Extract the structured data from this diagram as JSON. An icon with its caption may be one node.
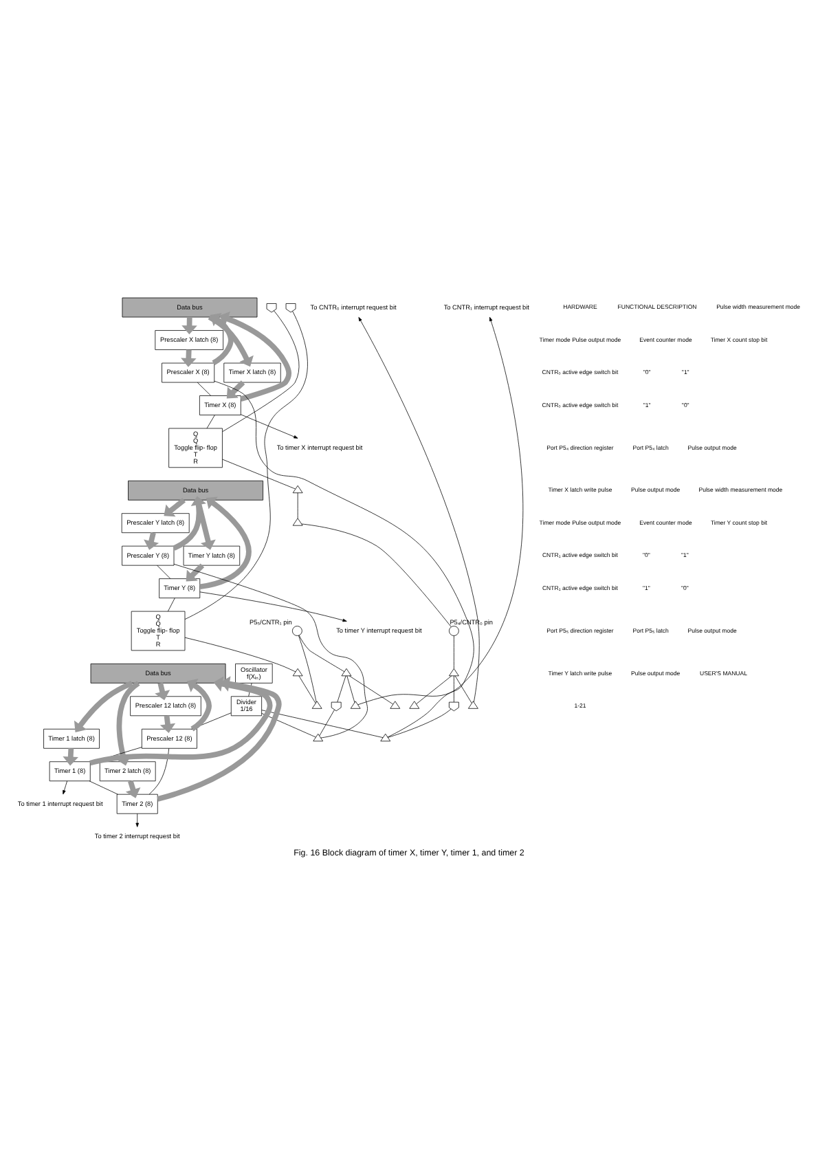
{
  "diagram": {
    "caption": "Fig. 16 Block diagram of timer X, timer Y, timer 1, and timer 2",
    "nodes": [
      {
        "text": [
          "Oscillator",
          "f(Xᵢₙ)"
        ]
      },
      {
        "text": [
          "Divider",
          "1/16"
        ]
      },
      {
        "text": [
          "Data bus"
        ]
      },
      {
        "text": [
          "Prescaler X latch (8)"
        ]
      },
      {
        "text": [
          "Timer X latch (8)"
        ]
      },
      {
        "text": [
          "Prescaler X (8)"
        ]
      },
      {
        "text": [
          "Timer X (8)"
        ]
      },
      {
        "text": [
          "Q",
          "Q̄",
          "Toggle flip- flop",
          "T",
          "R"
        ]
      },
      {
        "text": [],
        "shape": "circle",
        "beside": [
          "P5₄/CNTR₀ pin"
        ]
      },
      {
        "text": [
          "To timer X interrupt request bit"
        ]
      },
      {
        "text": [
          "To CNTR₀ interrupt request bit"
        ]
      },
      {
        "text": [
          "Data bus"
        ]
      },
      {
        "text": [
          "Prescaler Y latch (8)"
        ]
      },
      {
        "text": [
          "Timer Y latch (8)"
        ]
      },
      {
        "text": [
          "Prescaler Y (8)"
        ]
      },
      {
        "text": [
          "Timer Y (8)"
        ]
      },
      {
        "text": [
          "Q",
          "Q̄",
          "Toggle flip- flop",
          "T",
          "R"
        ]
      },
      {
        "text": [],
        "shape": "circle",
        "beside": [
          "P5₅/CNTR₁ pin"
        ]
      },
      {
        "text": [
          "To timer Y interrupt request bit"
        ]
      },
      {
        "text": [
          "To CNTR₁ interrupt request bit"
        ]
      },
      {
        "text": [
          "Data bus"
        ]
      },
      {
        "text": [
          "Prescaler 12 latch (8)"
        ]
      },
      {
        "text": [
          "Timer 1 latch (8)"
        ]
      },
      {
        "text": [
          "Timer 2 latch (8)"
        ]
      },
      {
        "text": [
          "Prescaler 12 (8)"
        ]
      },
      {
        "text": [
          "Timer 1 (8)"
        ]
      },
      {
        "text": [
          "Timer 2 (8)"
        ]
      },
      {
        "text": [
          "To timer 2 interrupt request bit"
        ]
      },
      {
        "text": [
          "To timer 1 interrupt request bit"
        ]
      },
      {
        "text": [],
        "shape": "triangle"
      },
      {
        "text": [],
        "shape": "triangle"
      },
      {
        "text": [],
        "shape": "gate"
      },
      {
        "text": [],
        "shape": "triangle"
      },
      {
        "text": [],
        "shape": "triangle"
      },
      {
        "text": [],
        "shape": "gate"
      },
      {
        "text": [],
        "shape": "triangle"
      },
      {
        "text": [],
        "shape": "triangle"
      },
      {
        "text": [],
        "shape": "triangle"
      },
      {
        "text": [],
        "shape": "triangle"
      },
      {
        "text": [],
        "shape": "gate"
      },
      {
        "text": [],
        "shape": "triangle"
      },
      {
        "text": [],
        "shape": "triangle"
      },
      {
        "text": [],
        "shape": "gate"
      },
      {
        "text": [],
        "shape": "triangle"
      },
      {
        "text": [],
        "shape": "triangle"
      }
    ],
    "edges": [
      {
        "from": 0,
        "to": 1,
        "arrow": "none",
        "color": "#000000"
      },
      {
        "from": 2,
        "to": 3,
        "arrow": "to",
        "style": "thick",
        "color": "#999999"
      },
      {
        "from": 3,
        "to": 5,
        "arrow": "to",
        "style": "thick",
        "color": "#999999"
      },
      {
        "from": 5,
        "to": 2,
        "arrow": "to",
        "style": "thick",
        "color": "#999999"
      },
      {
        "from": 2,
        "to": 4,
        "arrow": "to",
        "style": "thick",
        "color": "#999999"
      },
      {
        "from": 4,
        "to": 6,
        "arrow": "to",
        "style": "thick",
        "color": "#999999"
      },
      {
        "from": 6,
        "to": 2,
        "arrow": "to",
        "style": "thick",
        "color": "#999999"
      },
      {
        "from": 1,
        "to": 32,
        "arrow": "none",
        "color": "#000000"
      },
      {
        "from": 5,
        "to": 6,
        "arrow": "none",
        "color": "#000000"
      },
      {
        "from": 6,
        "to": 9,
        "arrow": "to",
        "color": "#000000"
      },
      {
        "from": 6,
        "to": 7,
        "arrow": "none",
        "color": "#000000"
      },
      {
        "from": 33,
        "to": 10,
        "arrow": "to",
        "color": "#000000"
      },
      {
        "from": 7,
        "to": 35,
        "arrow": "none",
        "color": "#000000"
      },
      {
        "from": 11,
        "to": 12,
        "arrow": "to",
        "style": "thick",
        "color": "#999999"
      },
      {
        "from": 12,
        "to": 14,
        "arrow": "to",
        "style": "thick",
        "color": "#999999"
      },
      {
        "from": 14,
        "to": 11,
        "arrow": "to",
        "style": "thick",
        "color": "#999999"
      },
      {
        "from": 11,
        "to": 13,
        "arrow": "to",
        "style": "thick",
        "color": "#999999"
      },
      {
        "from": 13,
        "to": 15,
        "arrow": "to",
        "style": "thick",
        "color": "#999999"
      },
      {
        "from": 15,
        "to": 11,
        "arrow": "to",
        "style": "thick",
        "color": "#999999"
      },
      {
        "from": 1,
        "to": 40,
        "arrow": "none",
        "color": "#000000"
      },
      {
        "from": 14,
        "to": 15,
        "arrow": "none",
        "color": "#000000"
      },
      {
        "from": 15,
        "to": 18,
        "arrow": "to",
        "color": "#000000"
      },
      {
        "from": 15,
        "to": 16,
        "arrow": "none",
        "color": "#000000"
      },
      {
        "from": 41,
        "to": 19,
        "arrow": "to",
        "color": "#000000"
      },
      {
        "from": 16,
        "to": 43,
        "arrow": "none",
        "color": "#000000"
      },
      {
        "from": 20,
        "to": 21,
        "arrow": "to",
        "style": "thick",
        "color": "#999999"
      },
      {
        "from": 21,
        "to": 24,
        "arrow": "to",
        "style": "thick",
        "color": "#999999"
      },
      {
        "from": 24,
        "to": 20,
        "arrow": "to",
        "style": "thick",
        "color": "#999999"
      },
      {
        "from": 20,
        "to": 22,
        "arrow": "to",
        "style": "thick",
        "color": "#999999"
      },
      {
        "from": 22,
        "to": 25,
        "arrow": "to",
        "style": "thick",
        "color": "#999999"
      },
      {
        "from": 25,
        "to": 20,
        "arrow": "to",
        "style": "thick",
        "color": "#999999"
      },
      {
        "from": 20,
        "to": 23,
        "arrow": "to",
        "style": "thick",
        "color": "#999999"
      },
      {
        "from": 23,
        "to": 26,
        "arrow": "to",
        "style": "thick",
        "color": "#999999"
      },
      {
        "from": 26,
        "to": 20,
        "arrow": "to",
        "style": "thick",
        "color": "#999999"
      },
      {
        "from": 1,
        "to": 24,
        "arrow": "to",
        "color": "#000000"
      },
      {
        "from": 24,
        "to": 25,
        "arrow": "none",
        "color": "#000000"
      },
      {
        "from": 24,
        "to": 26,
        "arrow": "none",
        "color": "#000000"
      },
      {
        "from": 25,
        "to": 26,
        "arrow": "none",
        "color": "#000000"
      },
      {
        "from": 26,
        "to": 27,
        "arrow": "to",
        "color": "#000000"
      },
      {
        "from": 25,
        "to": 28,
        "arrow": "to",
        "color": "#000000"
      },
      {
        "from": 32,
        "to": 5,
        "arrow": "none",
        "color": "#000000"
      },
      {
        "from": 8,
        "to": 29,
        "arrow": "none",
        "color": "#000000"
      },
      {
        "from": 29,
        "to": 30,
        "arrow": "none",
        "color": "#000000"
      },
      {
        "from": 29,
        "to": 31,
        "arrow": "none",
        "color": "#000000"
      },
      {
        "from": 31,
        "to": 32,
        "arrow": "none",
        "color": "#000000"
      },
      {
        "from": 29,
        "to": 33,
        "arrow": "none",
        "color": "#000000"
      },
      {
        "from": 34,
        "to": 7,
        "arrow": "none",
        "color": "#000000"
      },
      {
        "from": 35,
        "to": 36,
        "arrow": "none",
        "color": "#000000"
      },
      {
        "from": 36,
        "to": 8,
        "arrow": "none",
        "color": "#000000"
      },
      {
        "from": 40,
        "to": 14,
        "arrow": "none",
        "color": "#000000"
      },
      {
        "from": 17,
        "to": 37,
        "arrow": "none",
        "color": "#000000"
      },
      {
        "from": 37,
        "to": 38,
        "arrow": "none",
        "color": "#000000"
      },
      {
        "from": 37,
        "to": 39,
        "arrow": "none",
        "color": "#000000"
      },
      {
        "from": 39,
        "to": 40,
        "arrow": "none",
        "color": "#000000"
      },
      {
        "from": 37,
        "to": 41,
        "arrow": "none",
        "color": "#000000"
      },
      {
        "from": 42,
        "to": 16,
        "arrow": "none",
        "color": "#000000"
      },
      {
        "from": 43,
        "to": 44,
        "arrow": "none",
        "color": "#000000"
      },
      {
        "from": 44,
        "to": 17,
        "arrow": "none",
        "color": "#000000"
      }
    ],
    "labels": [
      "HARDWARE",
      "FUNCTIONAL DESCRIPTION",
      "Pulse width measurement mode",
      "Timer mode Pulse output mode",
      "Event counter mode",
      "Timer X count stop bit",
      "CNTR₀ active edge switch bit",
      "\"0\"",
      "\"1\"",
      "CNTR₀ active edge switch bit",
      "\"1\"",
      "\"0\"",
      "Port P5₄ direction register",
      "Port P5₄ latch",
      "Pulse output mode",
      "Timer X latch write pulse",
      "Pulse output mode",
      "Pulse width measurement mode",
      "Timer mode Pulse output mode",
      "Event counter mode",
      "Timer Y count stop bit",
      "CNTR₁ active edge switch bit",
      "\"0\"",
      "\"1\"",
      "CNTR₁ active edge switch bit",
      "\"1\"",
      "\"0\"",
      "Port P5₅ direction register",
      "Port P5₅ latch",
      "Pulse output mode",
      "Timer Y latch write pulse",
      "Pulse output mode",
      "USER'S MANUAL",
      "1-21"
    ]
  }
}
